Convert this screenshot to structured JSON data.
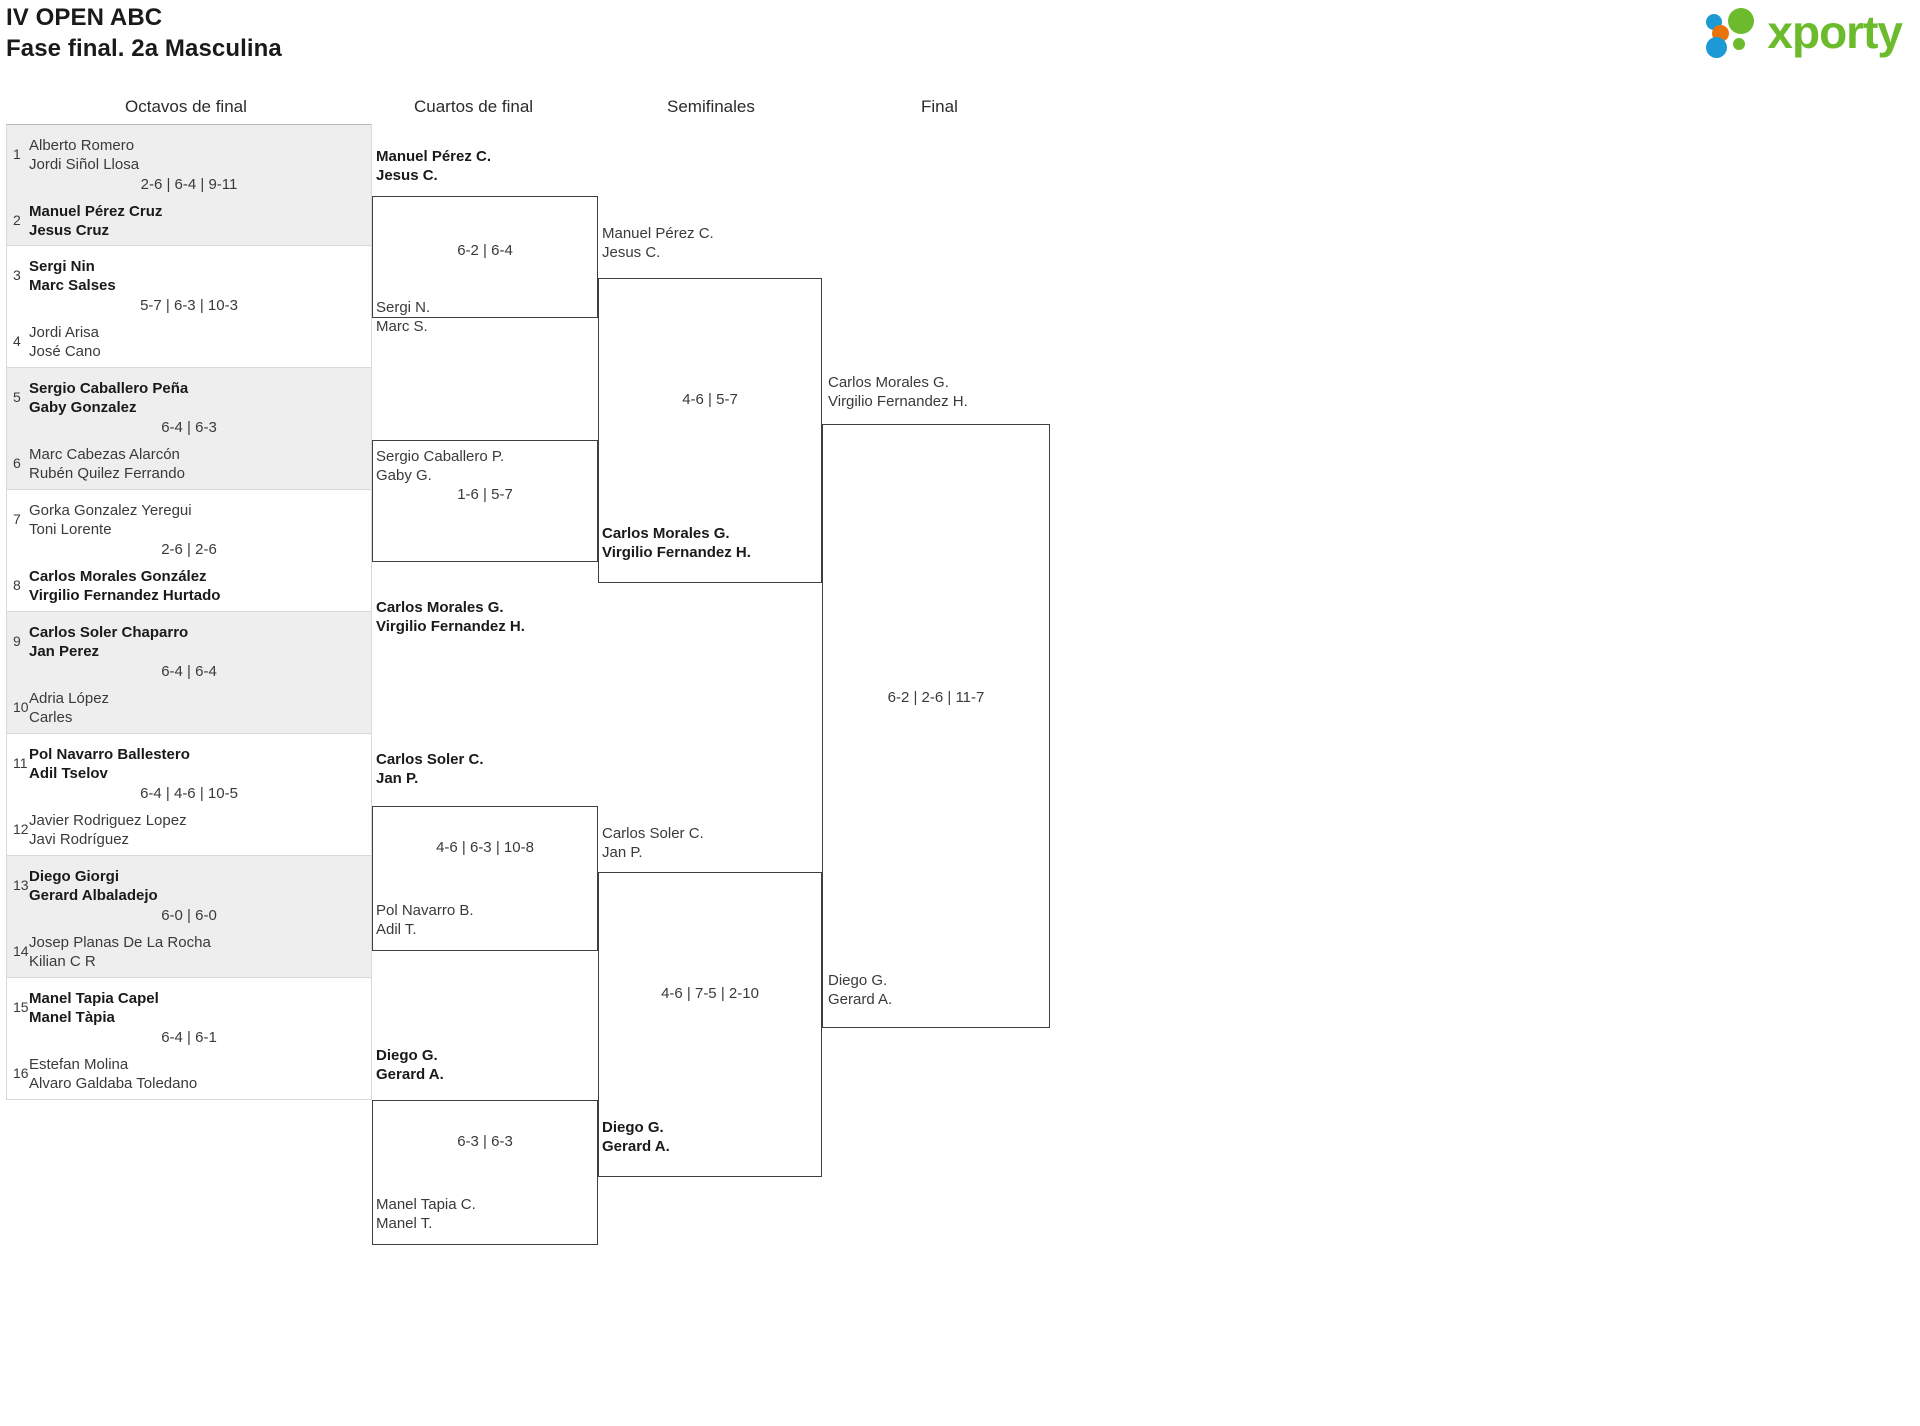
{
  "header": {
    "title_line1": "IV OPEN ABC",
    "title_line2": "Fase final. 2a Masculina",
    "logo_text": "xporty",
    "logo_colors": {
      "green": "#6cbb2c",
      "blue": "#1b9ad6",
      "orange": "#e8730c"
    }
  },
  "rounds": [
    {
      "label": "Octavos de final"
    },
    {
      "label": "Cuartos de final"
    },
    {
      "label": "Semifinales"
    },
    {
      "label": "Final"
    }
  ],
  "round1": {
    "matches": [
      {
        "score": "2-6 | 6-4 | 9-11",
        "shade": true,
        "top": {
          "seed": "1",
          "p1": "Alberto Romero",
          "p2": "Jordi Siñol Llosa",
          "winner": false
        },
        "bottom": {
          "seed": "2",
          "p1": "Manuel Pérez Cruz",
          "p2": "Jesus Cruz",
          "winner": true
        }
      },
      {
        "score": "5-7 | 6-3 | 10-3",
        "shade": false,
        "top": {
          "seed": "3",
          "p1": "Sergi Nin",
          "p2": "Marc Salses",
          "winner": true
        },
        "bottom": {
          "seed": "4",
          "p1": "Jordi Arisa",
          "p2": "José Cano",
          "winner": false
        }
      },
      {
        "score": "6-4 | 6-3",
        "shade": true,
        "top": {
          "seed": "5",
          "p1": "Sergio Caballero Peña",
          "p2": "Gaby Gonzalez",
          "winner": true
        },
        "bottom": {
          "seed": "6",
          "p1": "Marc Cabezas Alarcón",
          "p2": "Rubén Quilez Ferrando",
          "winner": false
        }
      },
      {
        "score": "2-6 | 2-6",
        "shade": false,
        "top": {
          "seed": "7",
          "p1": "Gorka Gonzalez Yeregui",
          "p2": "Toni Lorente",
          "winner": false
        },
        "bottom": {
          "seed": "8",
          "p1": "Carlos Morales González",
          "p2": "Virgilio Fernandez Hurtado",
          "winner": true
        }
      },
      {
        "score": "6-4 | 6-4",
        "shade": true,
        "top": {
          "seed": "9",
          "p1": "Carlos Soler Chaparro",
          "p2": "Jan Perez",
          "winner": true
        },
        "bottom": {
          "seed": "10",
          "p1": "Adria López",
          "p2": "Carles",
          "winner": false
        }
      },
      {
        "score": "6-4 | 4-6 | 10-5",
        "shade": false,
        "top": {
          "seed": "11",
          "p1": "Pol Navarro Ballestero",
          "p2": "Adil Tselov",
          "winner": true
        },
        "bottom": {
          "seed": "12",
          "p1": "Javier Rodriguez Lopez",
          "p2": "Javi Rodríguez",
          "winner": false
        }
      },
      {
        "score": "6-0 | 6-0",
        "shade": true,
        "top": {
          "seed": "13",
          "p1": "Diego Giorgi",
          "p2": "Gerard Albaladejo",
          "winner": true
        },
        "bottom": {
          "seed": "14",
          "p1": "Josep Planas De La Rocha",
          "p2": "Kilian C R",
          "winner": false
        }
      },
      {
        "score": "6-4 | 6-1",
        "shade": false,
        "top": {
          "seed": "15",
          "p1": "Manel Tapia Capel",
          "p2": "Manel Tàpia",
          "winner": true
        },
        "bottom": {
          "seed": "16",
          "p1": "Estefan Molina",
          "p2": "Alvaro Galdaba Toledano",
          "winner": false
        }
      }
    ]
  },
  "round2": {
    "matches": [
      {
        "score": "6-2 | 6-4",
        "top": {
          "p1": "Manuel Pérez C.",
          "p2": "Jesus C.",
          "winner": true
        },
        "bottom": {
          "p1": "Sergi N.",
          "p2": "Marc S.",
          "winner": false
        }
      },
      {
        "score": "1-6 | 5-7",
        "top": {
          "p1": "Sergio Caballero P.",
          "p2": "Gaby G.",
          "winner": false
        },
        "bottom": {
          "p1": "Carlos Morales G.",
          "p2": "Virgilio Fernandez H.",
          "winner": true
        }
      },
      {
        "score": "4-6 | 6-3 | 10-8",
        "top": {
          "p1": "Carlos Soler C.",
          "p2": "Jan P.",
          "winner": true
        },
        "bottom": {
          "p1": "Pol Navarro B.",
          "p2": "Adil T.",
          "winner": false
        }
      },
      {
        "score": "6-3 | 6-3",
        "top": {
          "p1": "Diego G.",
          "p2": "Gerard A.",
          "winner": true
        },
        "bottom": {
          "p1": "Manel Tapia C.",
          "p2": "Manel T.",
          "winner": false
        }
      }
    ]
  },
  "round3": {
    "matches": [
      {
        "score": "4-6 | 5-7",
        "top": {
          "p1": "Manuel Pérez C.",
          "p2": "Jesus C.",
          "winner": false
        },
        "bottom": {
          "p1": "Carlos Morales G.",
          "p2": "Virgilio Fernandez H.",
          "winner": true
        }
      },
      {
        "score": "4-6 | 7-5 | 2-10",
        "top": {
          "p1": "Carlos Soler C.",
          "p2": "Jan P.",
          "winner": false
        },
        "bottom": {
          "p1": "Diego G.",
          "p2": "Gerard A.",
          "winner": true
        }
      }
    ]
  },
  "round4": {
    "matches": [
      {
        "score": "6-2 | 2-6 | 11-7",
        "top": {
          "p1": "Carlos Morales G.",
          "p2": "Virgilio Fernandez H.",
          "winner": false
        },
        "bottom": {
          "p1": "Diego G.",
          "p2": "Gerard A.",
          "winner": false
        }
      }
    ]
  }
}
